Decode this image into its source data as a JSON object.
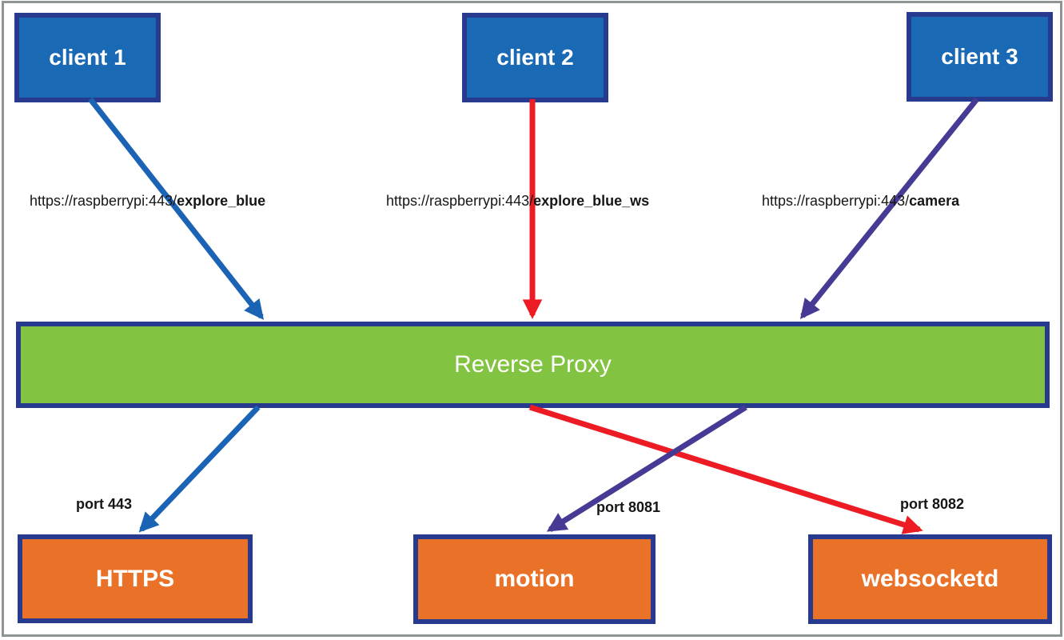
{
  "diagram": {
    "clients": [
      {
        "label": "client 1"
      },
      {
        "label": "client 2"
      },
      {
        "label": "client 3"
      }
    ],
    "urls": [
      {
        "prefix": "https://raspberrypi:443/",
        "path": "explore_blue"
      },
      {
        "prefix": "https://raspberrypi:443/",
        "path": "explore_blue_ws"
      },
      {
        "prefix": "https://raspberrypi:443/",
        "path": "camera"
      }
    ],
    "proxy": {
      "label": "Reverse Proxy"
    },
    "services": [
      {
        "label": "HTTPS",
        "port_label": "port 443"
      },
      {
        "label": "motion",
        "port_label": "port 8081"
      },
      {
        "label": "websocketd",
        "port_label": "port 8082"
      }
    ],
    "connections": [
      {
        "from": "client 1",
        "to": "Reverse Proxy",
        "color": "blue"
      },
      {
        "from": "client 2",
        "to": "Reverse Proxy",
        "color": "red"
      },
      {
        "from": "client 3",
        "to": "Reverse Proxy",
        "color": "purple"
      },
      {
        "from": "Reverse Proxy",
        "to": "HTTPS",
        "color": "blue"
      },
      {
        "from": "Reverse Proxy",
        "to": "websocketd",
        "color": "red"
      },
      {
        "from": "Reverse Proxy",
        "to": "motion",
        "color": "purple"
      }
    ],
    "colors": {
      "client_box_fill": "#1a69b4",
      "box_border": "#283a8e",
      "proxy_fill": "#82c341",
      "service_fill": "#e97228",
      "arrow_blue": "#1b63b5",
      "arrow_red": "#ed1c24",
      "arrow_purple": "#453a94",
      "frame": "#8f9494",
      "label_text": "#161616",
      "box_text": "#ffffff"
    }
  }
}
